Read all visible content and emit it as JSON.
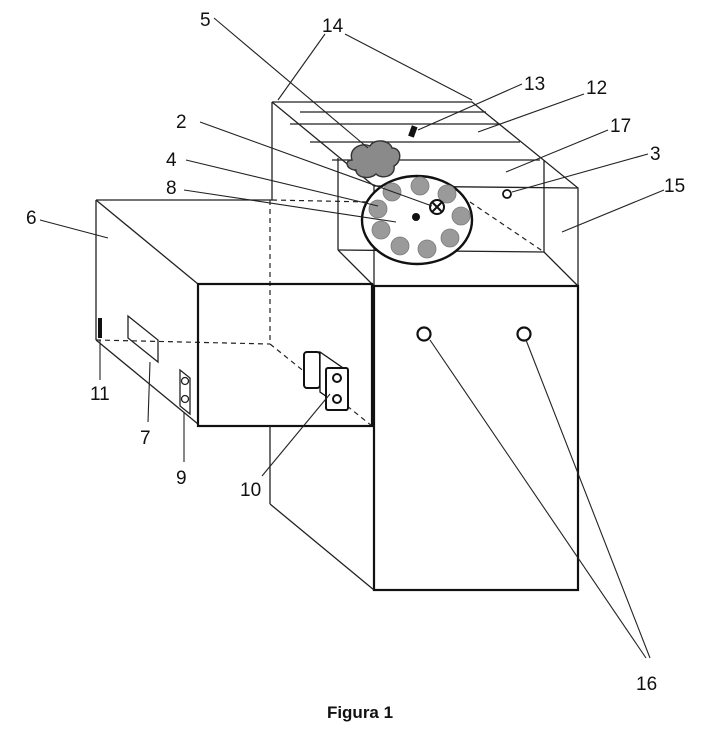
{
  "caption": "Figura 1",
  "labels": {
    "l2": "2",
    "l3": "3",
    "l4": "4",
    "l5": "5",
    "l6": "6",
    "l7": "7",
    "l8": "8",
    "l9": "9",
    "l10": "10",
    "l11": "11",
    "l12": "12",
    "l13": "13",
    "l14": "14",
    "l15": "15",
    "l16": "16",
    "l17": "17"
  }
}
